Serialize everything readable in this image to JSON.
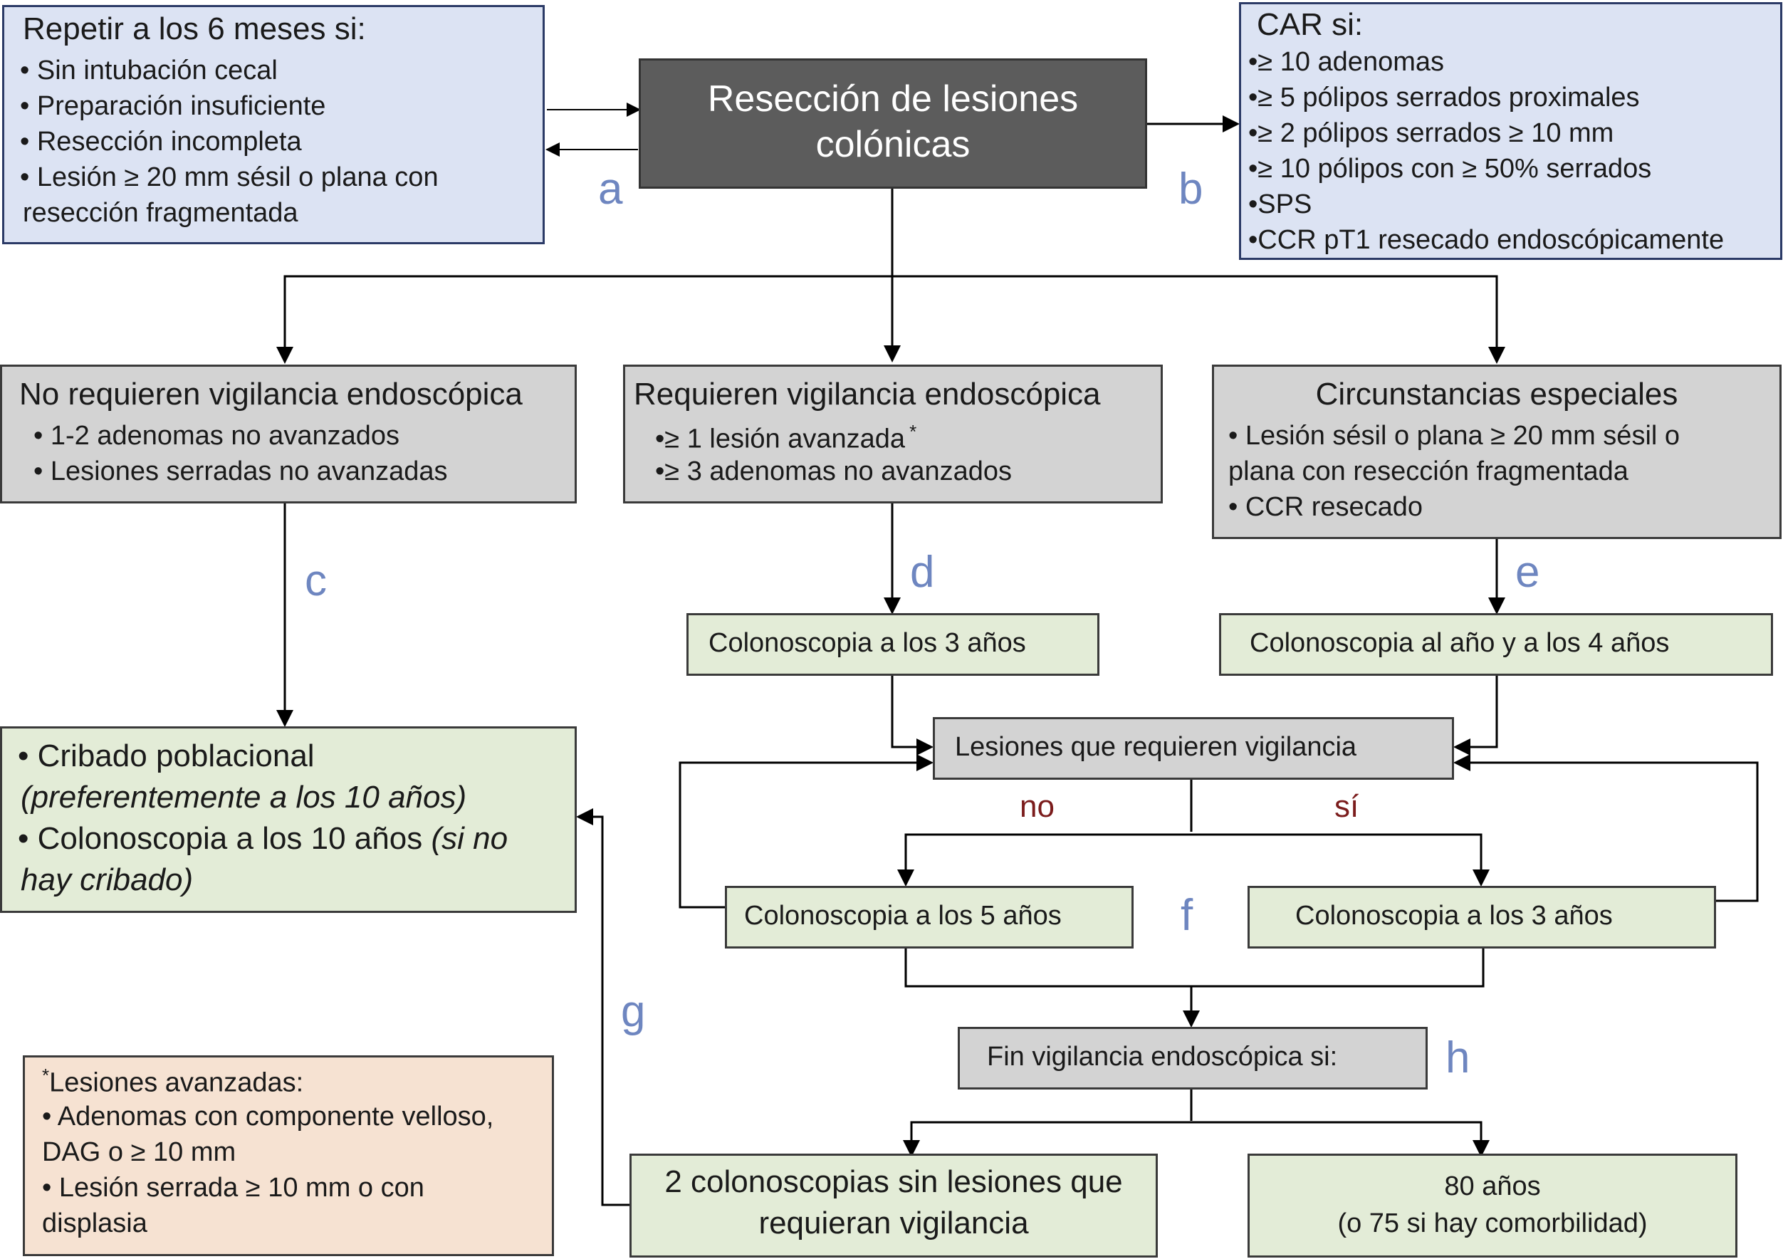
{
  "boxes": {
    "repeat": {
      "title": "Repetir a los 6 meses si:",
      "items": [
        "•  Sin intubación cecal",
        "•  Preparación insuficiente",
        "•  Resección incompleta",
        "• Lesión ≥ 20 mm sésil o plana con",
        "resección fragmentada"
      ]
    },
    "resection": {
      "line1": "Resección de lesiones",
      "line2": "colónicas"
    },
    "car": {
      "title": "CAR si:",
      "items": [
        "•≥ 10 adenomas",
        "•≥ 5 pólipos serrados proximales",
        "•≥ 2 pólipos serrados ≥ 10 mm",
        "•≥ 10 pólipos con ≥ 50% serrados",
        "•SPS",
        "•CCR pT1 resecado endoscópicamente"
      ]
    },
    "no_require": {
      "title": "No requieren vigilancia endoscópica",
      "items": [
        "•  1-2 adenomas no avanzados",
        "•  Lesiones serradas no avanzadas"
      ]
    },
    "require": {
      "title": "Requieren vigilancia endoscópica",
      "item1": "•≥ 1 lesión avanzada",
      "asterisk": "*",
      "item2": "•≥ 3 adenomas no avanzados"
    },
    "special": {
      "title": "Circunstancias especiales",
      "items": [
        "• Lesión sésil o plana ≥ 20 mm sésil o",
        "plana con resección fragmentada",
        "• CCR resecado"
      ]
    },
    "colon3_top": "Colonoscopia a los 3 años",
    "colon_year4": "Colonoscopia al año y a los 4 años",
    "lesions_require": "Lesiones que requieren vigilancia",
    "colon5": "Colonoscopia a los 5 años",
    "colon3_bottom": "Colonoscopia a los 3 años",
    "screening": {
      "l1": "• Cribado poblacional",
      "l2": "(preferentemente a los 10 años)",
      "l3a": "• Colonoscopia a los 10 años ",
      "l3b": "(si no",
      "l4": "hay cribado)"
    },
    "end": "Fin vigilancia endoscópica si:",
    "two_colon": {
      "l1": "2 colonoscopias sin lesiones que",
      "l2": "requieran vigilancia"
    },
    "age": {
      "l1": "80 años",
      "l2": "(o 75 si hay comorbilidad)"
    },
    "advanced": {
      "asterisk": "*",
      "title": "Lesiones avanzadas:",
      "items": [
        "• Adenomas con componente velloso,",
        "DAG o ≥ 10 mm",
        "• Lesión serrada ≥ 10 mm o con",
        "displasia"
      ]
    }
  },
  "labels": {
    "a": "a",
    "b": "b",
    "c": "c",
    "d": "d",
    "e": "e",
    "f": "f",
    "g": "g",
    "h": "h"
  },
  "branches": {
    "no": "no",
    "yes": "sí"
  },
  "colors": {
    "blue_box": "#dce3f3",
    "gray_box": "#d3d3d3",
    "dark_box": "#5c5c5c",
    "green_box": "#e3ecd7",
    "peach_box": "#f6e2d2",
    "letter_label": "#6e86c0",
    "branch_label": "#7b1c1c"
  }
}
